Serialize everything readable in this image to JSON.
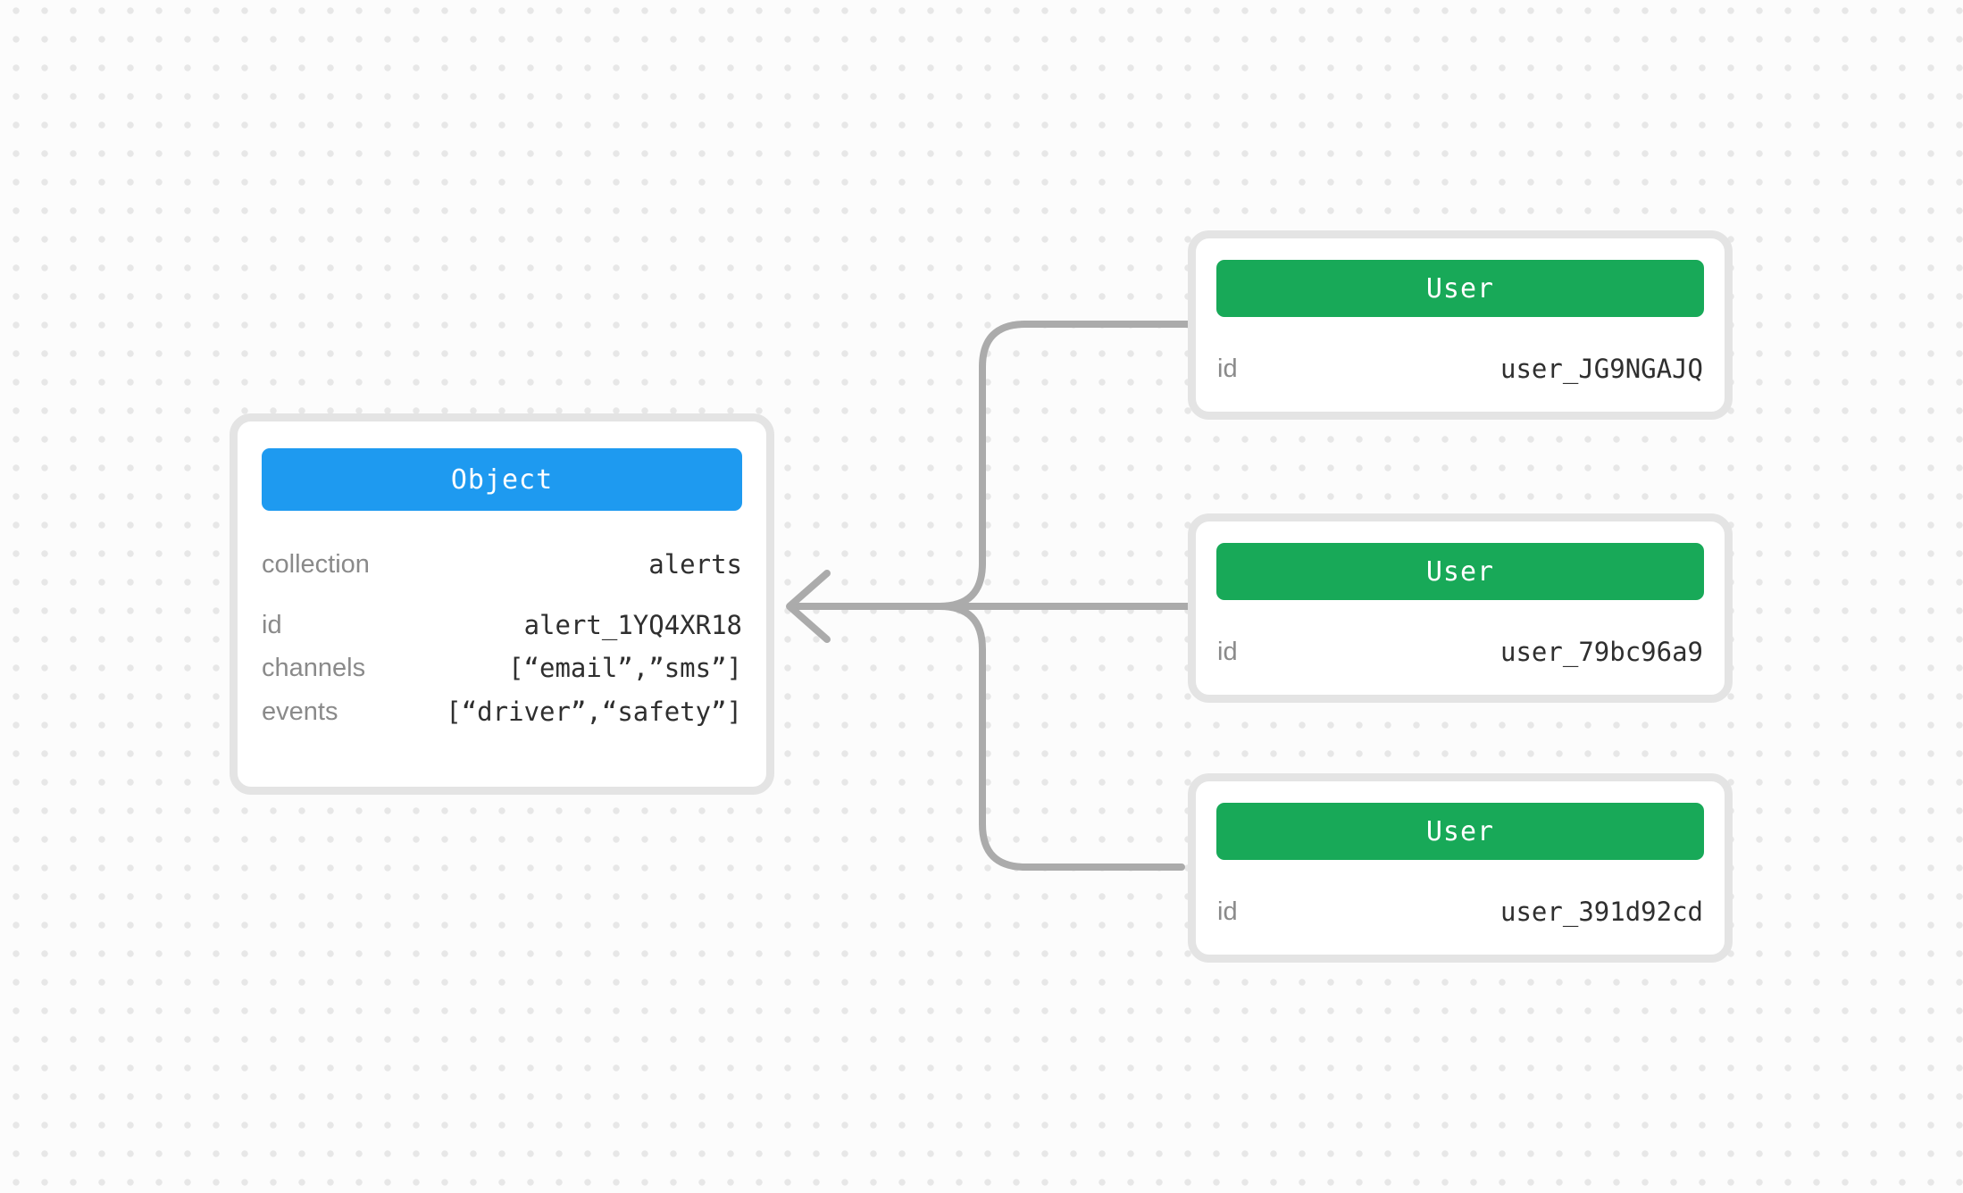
{
  "canvas": {
    "background_color": "#fcfcfc",
    "dot_color": "#e7e7e7",
    "connector_color": "#ababab",
    "card_border_color": "#e4e4e4"
  },
  "object_card": {
    "header": {
      "label": "Object",
      "color": "#1e9af0"
    },
    "fields": [
      {
        "label": "collection",
        "value": "alerts"
      },
      {
        "label": "id",
        "value": "alert_1YQ4XR18"
      },
      {
        "label": "channels",
        "value": "[“email”,”sms”]"
      },
      {
        "label": "events",
        "value": "[“driver”,“safety”]"
      }
    ]
  },
  "user_cards": [
    {
      "header": {
        "label": "User",
        "color": "#18a958"
      },
      "fields": [
        {
          "label": "id",
          "value": "user_JG9NGAJQ"
        }
      ]
    },
    {
      "header": {
        "label": "User",
        "color": "#18a958"
      },
      "fields": [
        {
          "label": "id",
          "value": "user_79bc96a9"
        }
      ]
    },
    {
      "header": {
        "label": "User",
        "color": "#18a958"
      },
      "fields": [
        {
          "label": "id",
          "value": "user_391d92cd"
        }
      ]
    }
  ]
}
